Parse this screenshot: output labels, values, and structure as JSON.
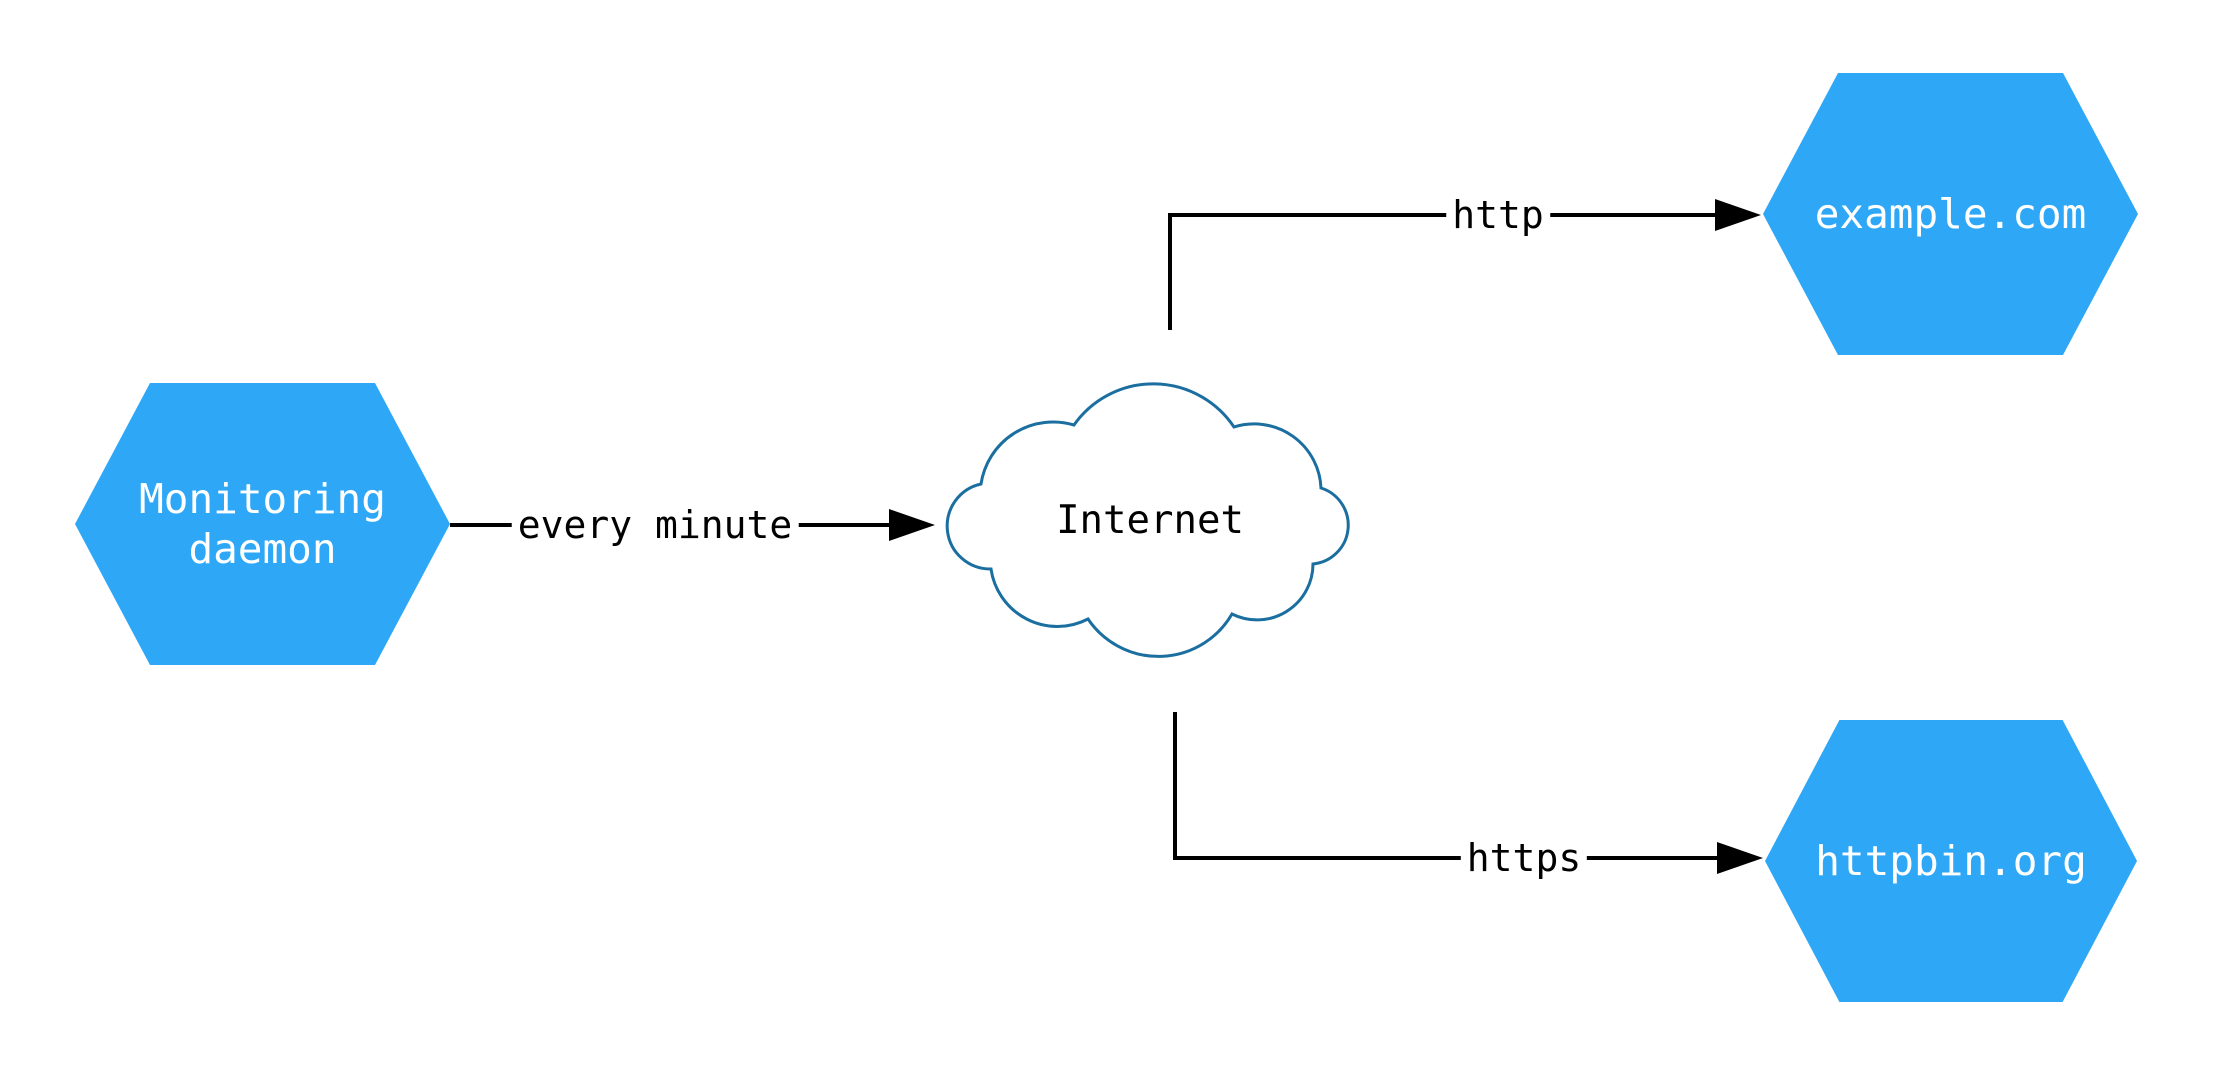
{
  "diagram": {
    "nodes": {
      "monitoring_daemon": {
        "label": "Monitoring daemon",
        "shape": "hexagon"
      },
      "internet": {
        "label": "Internet",
        "shape": "cloud"
      },
      "example_com": {
        "label": "example.com",
        "shape": "hexagon"
      },
      "httpbin_org": {
        "label": "httpbin.org",
        "shape": "hexagon"
      }
    },
    "edges": [
      {
        "from": "monitoring_daemon",
        "to": "internet",
        "label": "every minute"
      },
      {
        "from": "internet",
        "to": "example_com",
        "label": "http"
      },
      {
        "from": "internet",
        "to": "httpbin_org",
        "label": "https"
      }
    ]
  },
  "colors": {
    "node_fill": "#2ea7f7",
    "node_text": "#ffffff",
    "cloud_stroke": "#1b6fa0",
    "cloud_fill": "#ffffff",
    "edge_color": "#000000",
    "edge_label_color": "#000000",
    "background": "#ffffff"
  }
}
